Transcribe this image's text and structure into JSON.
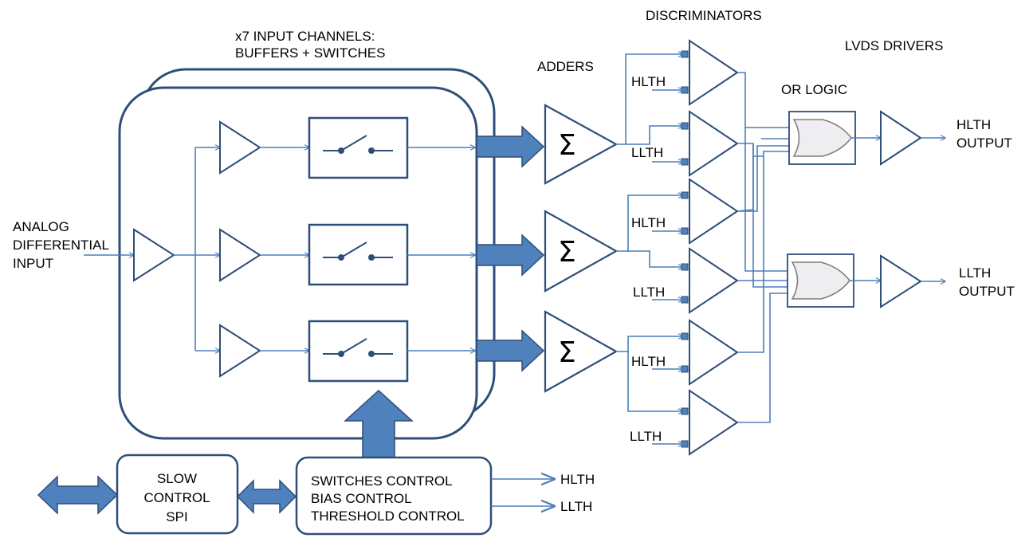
{
  "colors": {
    "stroke": "#2E4E78",
    "wire": "#4A7EBB",
    "arrow_fill": "#4F81BD",
    "gate_fill": "#EEEEF0",
    "gate_stroke": "#7F7F7F"
  },
  "labels": {
    "input_channels_line1": "x7 INPUT CHANNELS:",
    "input_channels_line2": "BUFFERS + SWITCHES",
    "discriminators": "DISCRIMINATORS",
    "adders": "ADDERS",
    "lvds_drivers": "LVDS DRIVERS",
    "or_logic": "OR LOGIC",
    "analog_input_line1": "ANALOG",
    "analog_input_line2": "DIFFERENTIAL",
    "analog_input_line3": "INPUT",
    "hlth_output_line1": "HLTH",
    "hlth_output_line2": "OUTPUT",
    "llth_output_line1": "LLTH",
    "llth_output_line2": "OUTPUT",
    "slow_control_line1": "SLOW",
    "slow_control_line2": "CONTROL",
    "slow_control_line3": "SPI",
    "switches_control": "SWITCHES CONTROL",
    "bias_control": "BIAS CONTROL",
    "threshold_control": "THRESHOLD CONTROL",
    "ctrl_out_hlth": "HLTH",
    "ctrl_out_llth": "LLTH",
    "sigma": "Σ"
  },
  "discriminator_thresholds": [
    "HLTH",
    "LLTH",
    "HLTH",
    "LLTH",
    "HLTH",
    "LLTH"
  ]
}
